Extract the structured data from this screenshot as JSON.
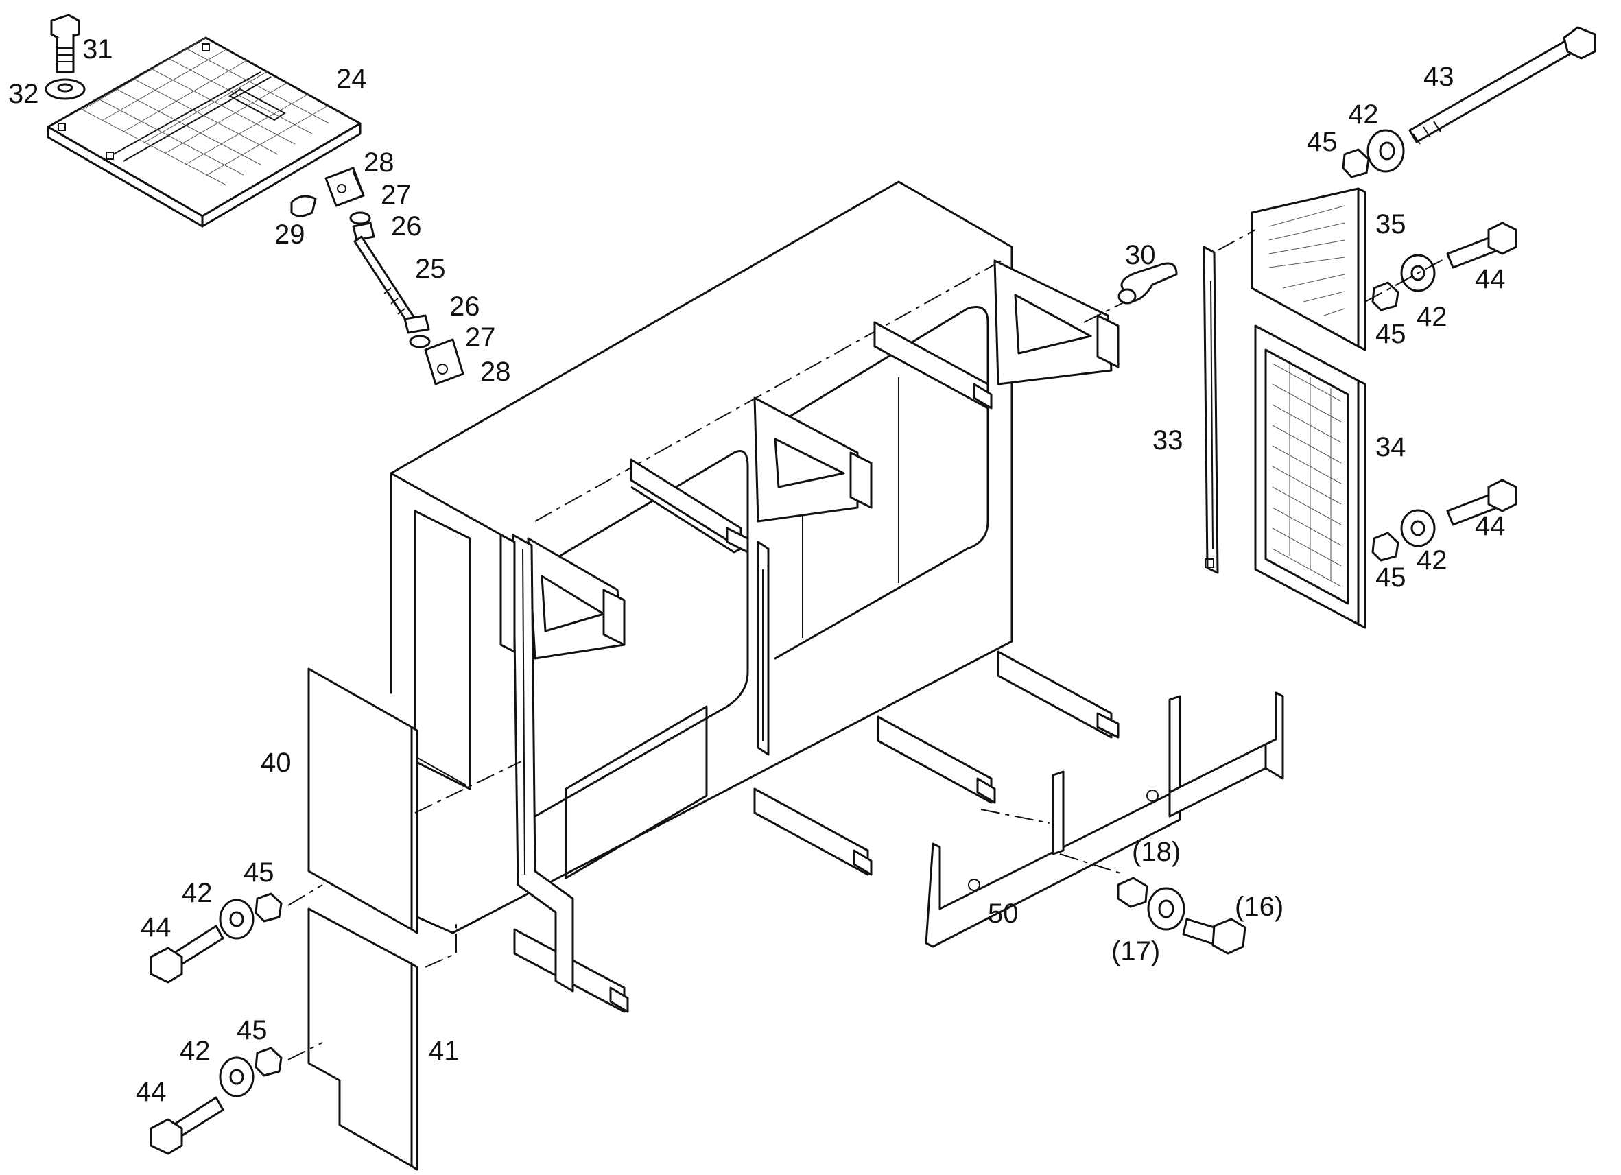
{
  "diagram": {
    "callouts": [
      {
        "id": "c24",
        "text": "24"
      },
      {
        "id": "c25",
        "text": "25"
      },
      {
        "id": "c26a",
        "text": "26"
      },
      {
        "id": "c26b",
        "text": "26"
      },
      {
        "id": "c27a",
        "text": "27"
      },
      {
        "id": "c27b",
        "text": "27"
      },
      {
        "id": "c28a",
        "text": "28"
      },
      {
        "id": "c28b",
        "text": "28"
      },
      {
        "id": "c29",
        "text": "29"
      },
      {
        "id": "c30",
        "text": "30"
      },
      {
        "id": "c31",
        "text": "31"
      },
      {
        "id": "c32",
        "text": "32"
      },
      {
        "id": "c33",
        "text": "33"
      },
      {
        "id": "c34",
        "text": "34"
      },
      {
        "id": "c35",
        "text": "35"
      },
      {
        "id": "c40",
        "text": "40"
      },
      {
        "id": "c41",
        "text": "41"
      },
      {
        "id": "c42a",
        "text": "42"
      },
      {
        "id": "c42b",
        "text": "42"
      },
      {
        "id": "c42c",
        "text": "42"
      },
      {
        "id": "c42d",
        "text": "42"
      },
      {
        "id": "c42e",
        "text": "42"
      },
      {
        "id": "c43",
        "text": "43"
      },
      {
        "id": "c44a",
        "text": "44"
      },
      {
        "id": "c44b",
        "text": "44"
      },
      {
        "id": "c44c",
        "text": "44"
      },
      {
        "id": "c44d",
        "text": "44"
      },
      {
        "id": "c45a",
        "text": "45"
      },
      {
        "id": "c45b",
        "text": "45"
      },
      {
        "id": "c45c",
        "text": "45"
      },
      {
        "id": "c45d",
        "text": "45"
      },
      {
        "id": "c45e",
        "text": "45"
      },
      {
        "id": "c50",
        "text": "50"
      },
      {
        "id": "c16",
        "text": "(16)"
      },
      {
        "id": "c17",
        "text": "(17)"
      },
      {
        "id": "c18",
        "text": "(18)"
      }
    ]
  }
}
